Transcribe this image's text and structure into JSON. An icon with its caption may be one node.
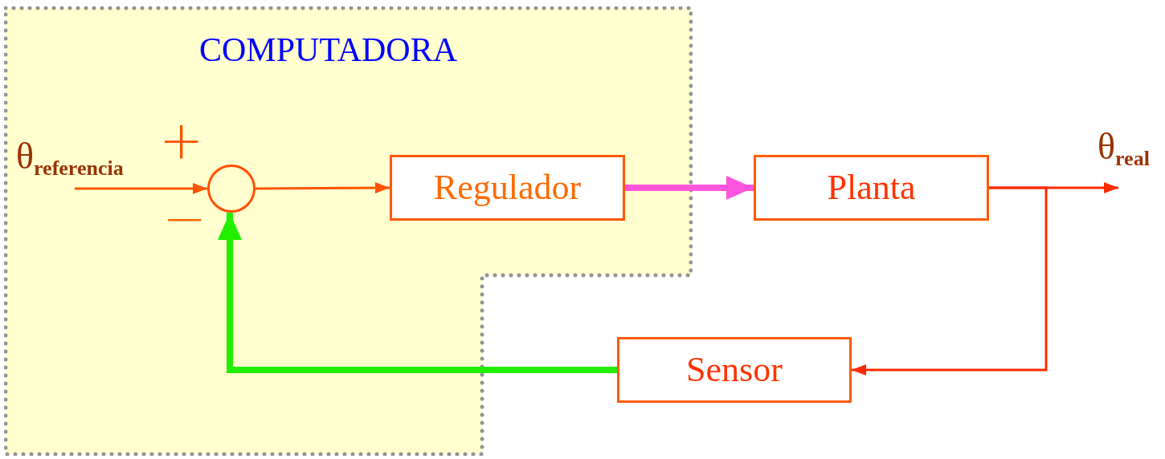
{
  "diagram": {
    "nodes": [
      {
        "text": [
          "COMPUTADORA"
        ]
      },
      {
        "text": [],
        "shape": "circle",
        "in": 0
      },
      {
        "text": [
          "Regulador"
        ],
        "in": 0
      },
      {
        "text": [
          "Planta"
        ]
      },
      {
        "text": [
          "Sensor"
        ]
      }
    ],
    "edges": [
      {
        "from": null,
        "to": 1,
        "arrow": "to"
      },
      {
        "from": 1,
        "to": 2,
        "arrow": "to"
      },
      {
        "from": 2,
        "to": 3,
        "arrow": "to",
        "style": "thick",
        "color": "#ff55dd"
      },
      {
        "from": 3,
        "to": null,
        "arrow": "to",
        "color": "#ff2a00"
      },
      {
        "from": 3,
        "to": 4,
        "arrow": "to",
        "color": "#ff2a00"
      },
      {
        "from": 4,
        "to": 1,
        "arrow": "to",
        "style": "thick",
        "color": "#22ee00"
      }
    ],
    "labels": [
      "θ$_{referencia}$",
      "+",
      "−",
      "θ$_{real}$"
    ]
  }
}
